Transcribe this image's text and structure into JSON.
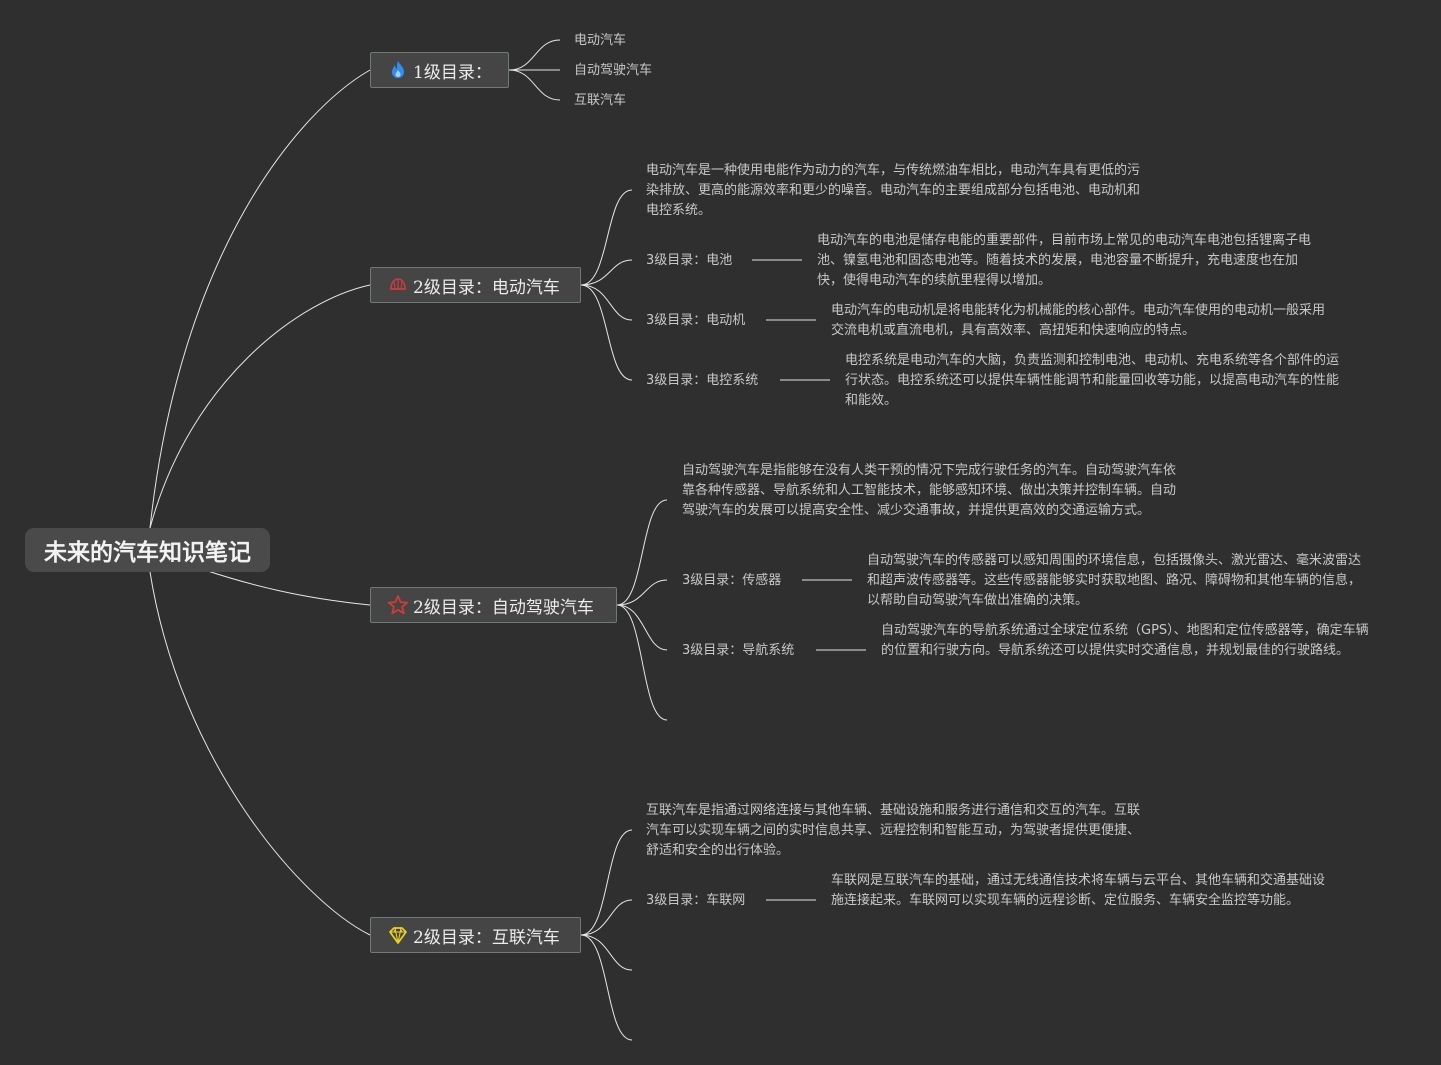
{
  "root": {
    "title": "未来的汽车知识笔记"
  },
  "branches": {
    "b1": {
      "label": "1级目录：",
      "icon": "fire-icon",
      "icon_color": "#2f8ff0",
      "items": [
        "电动汽车",
        "自动驾驶汽车",
        "互联汽车"
      ]
    },
    "b2": {
      "label": "2级目录：电动汽车",
      "icon": "helmet-icon",
      "icon_color": "#d23a3a",
      "summary": "电动汽车是一种使用电能作为动力的汽车，与传统燃油车相比，电动汽车具有更低的污染排放、更高的能源效率和更少的噪音。电动汽车的主要组成部分包括电池、电动机和电控系统。",
      "sub": [
        {
          "label": "3级目录：电池",
          "detail": "电动汽车的电池是储存电能的重要部件，目前市场上常见的电动汽车电池包括锂离子电池、镍氢电池和固态电池等。随着技术的发展，电池容量不断提升，充电速度也在加快，使得电动汽车的续航里程得以增加。"
        },
        {
          "label": "3级目录：电动机",
          "detail": "电动汽车的电动机是将电能转化为机械能的核心部件。电动汽车使用的电动机一般采用交流电机或直流电机，具有高效率、高扭矩和快速响应的特点。"
        },
        {
          "label": "3级目录：电控系统",
          "detail": "电控系统是电动汽车的大脑，负责监测和控制电池、电动机、充电系统等各个部件的运行状态。电控系统还可以提供车辆性能调节和能量回收等功能，以提高电动汽车的性能和能效。"
        }
      ]
    },
    "b3": {
      "label": "2级目录：自动驾驶汽车",
      "icon": "star-icon",
      "icon_color": "#d23a3a",
      "summary": "自动驾驶汽车是指能够在没有人类干预的情况下完成行驶任务的汽车。自动驾驶汽车依靠各种传感器、导航系统和人工智能技术，能够感知环境、做出决策并控制车辆。自动驾驶汽车的发展可以提高安全性、减少交通事故，并提供更高效的交通运输方式。",
      "sub": [
        {
          "label": "3级目录：传感器",
          "detail": "自动驾驶汽车的传感器可以感知周围的环境信息，包括摄像头、激光雷达、毫米波雷达和超声波传感器等。这些传感器能够实时获取地图、路况、障碍物和其他车辆的信息，以帮助自动驾驶汽车做出准确的决策。"
        },
        {
          "label": "3级目录：导航系统",
          "detail": "自动驾驶汽车的导航系统通过全球定位系统（GPS）、地图和定位传感器等，确定车辆的位置和行驶方向。导航系统还可以提供实时交通信息，并规划最佳的行驶路线。"
        }
      ]
    },
    "b4": {
      "label": "2级目录：互联汽车",
      "icon": "diamond-icon",
      "icon_color": "#e8d21e",
      "summary": "互联汽车是指通过网络连接与其他车辆、基础设施和服务进行通信和交互的汽车。互联汽车可以实现车辆之间的实时信息共享、远程控制和智能互动，为驾驶者提供更便捷、舒适和安全的出行体验。",
      "sub": [
        {
          "label": "3级目录：车联网",
          "detail": "车联网是互联汽车的基础，通过无线通信技术将车辆与云平台、其他车辆和交通基础设施连接起来。车联网可以实现车辆的远程诊断、定位服务、车辆安全监控等功能。"
        }
      ]
    }
  }
}
